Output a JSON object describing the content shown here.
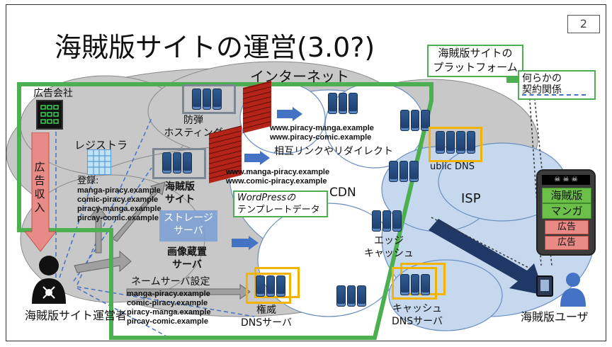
{
  "page_number": "2",
  "title": "海賊版サイトの運営(3.0?)",
  "internet_label": "インターネット",
  "platform_box": [
    "海賊版サイトの",
    "プラットフォーム"
  ],
  "legend": [
    "何らかの",
    "契約関係"
  ],
  "ad_company": "広告会社",
  "ad_revenue": "広告収入",
  "registrar": "レジストラ",
  "registration_label": "登録:",
  "registered_domains": [
    "manga-piracy.example",
    "comic-piracy.example",
    "piracy-manga.example",
    "pircay-comic.example"
  ],
  "bulletproof_hosting": [
    "防弾",
    "ホスティング"
  ],
  "pirate_site": [
    "海賊版",
    "サイト"
  ],
  "storage_server": [
    "ストレージ",
    "サーバ"
  ],
  "image_server": [
    "画像蔵置",
    "サーバ"
  ],
  "cdn_domains_top": [
    "www.piracy-manga.example",
    "www.piracy-comic.example"
  ],
  "cross_links": "相互リンクやリダイレクト",
  "cdn_domains_bottom": [
    "www.manga-piracy.example",
    "www.comic-piracy.example"
  ],
  "wordpress": [
    "WordPressの",
    "テンプレートデータ"
  ],
  "cdn_label": "CDN",
  "public_dns": "ublic DNS",
  "isp_label": "ISP",
  "edge_cache": [
    "エッジ",
    "キャッシュ"
  ],
  "nameserver_setting": "ネームサーバ設定",
  "nameserver_domains": [
    "manga-piracy.example",
    "comic-piracy.example",
    "piracy-manga.example",
    "pircay-comic.example"
  ],
  "authoritative_dns": [
    "権威",
    "DNSサーバ"
  ],
  "cache_dns": [
    "キャッシュ",
    "DNSサーバ"
  ],
  "operator_label": "海賊版サイト運営者",
  "user_label": "海賊版ユーザ",
  "phone_screen": [
    "海賊版",
    "マンガ",
    "広告",
    "広告"
  ],
  "colors": {
    "platform_border": "#4caf50",
    "cloud": "#c8c8c8",
    "isp_cloud": "#c5d8ee",
    "highlight": "#f2b400",
    "arrow": "#4472c4",
    "revenue": "#e88a85"
  }
}
